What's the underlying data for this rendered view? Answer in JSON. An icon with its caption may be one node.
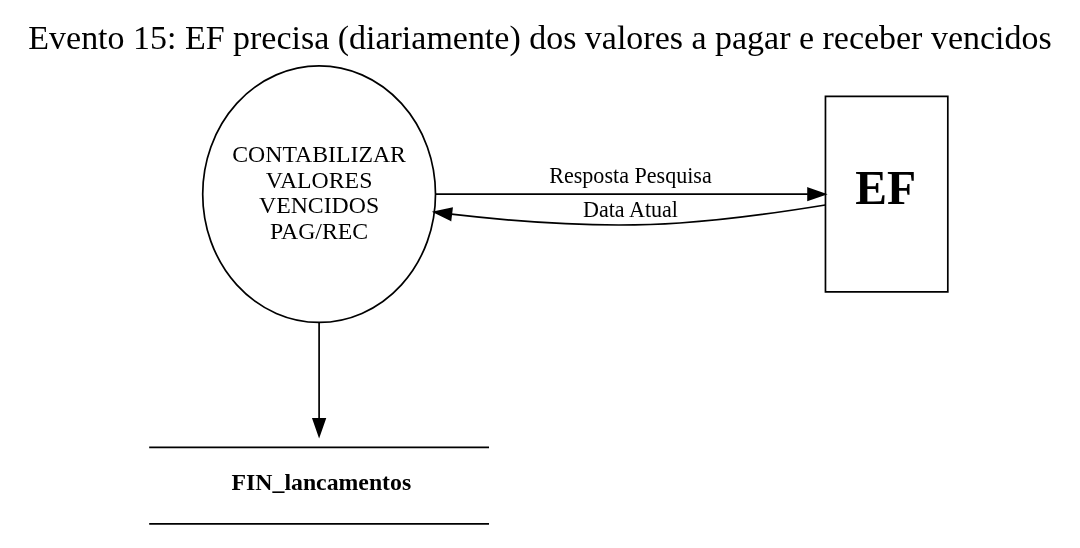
{
  "diagram": {
    "title": "Evento 15: EF precisa (diariamente) dos valores a pagar e receber vencidos",
    "nodes": [
      {
        "text": [
          "CONTABILIZAR VALORES VENCIDOS PAG/REC"
        ]
      },
      {
        "text": [
          "EF"
        ]
      },
      {
        "text": [
          "FIN_lancamentos"
        ]
      }
    ],
    "edges": [
      {
        "from": 1,
        "to": 0,
        "arrow": "to",
        "label": "Data Atual"
      },
      {
        "from": 0,
        "to": 1,
        "arrow": "to",
        "label": "Resposta Pesquisa"
      },
      {
        "from": 0,
        "to": 2,
        "arrow": "to"
      }
    ]
  }
}
